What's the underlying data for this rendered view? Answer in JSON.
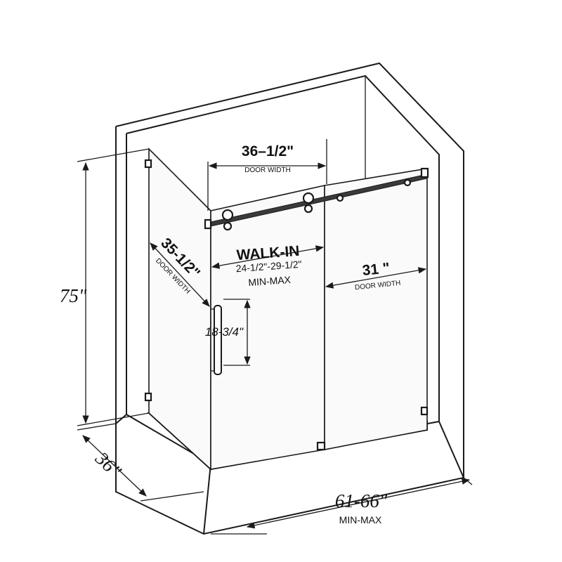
{
  "dimensions": {
    "door_width_top": {
      "value": "36–1/2\"",
      "caption": "DOOR WIDTH"
    },
    "walk_in": {
      "title": "WALK-IN",
      "range": "24-1/2\"-29-1/2\"",
      "caption": "MIN-MAX"
    },
    "door_width_right": {
      "value": "31 \"",
      "caption": "DOOR WIDTH"
    },
    "side_panel": {
      "value": "35-1/2\"",
      "caption": "DOOR WIDTH"
    },
    "height": {
      "value": "75\""
    },
    "handle": {
      "value": "18-3/4\""
    },
    "depth": {
      "value": "36\""
    },
    "overall_width": {
      "value": "61-66\"",
      "caption": "MIN-MAX"
    }
  }
}
